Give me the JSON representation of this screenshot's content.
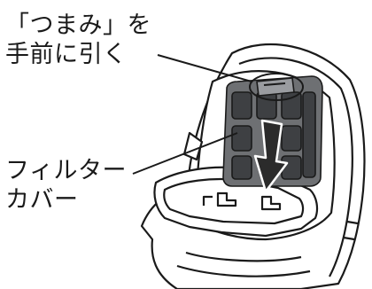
{
  "callouts": {
    "knob": {
      "line1": "「つまみ」を",
      "line2": "手前に引く"
    },
    "filter_cover": {
      "line1": "フィルター",
      "line2": "カバー"
    }
  },
  "colors": {
    "ink": "#1a1a1a",
    "cover_fill": "#6e7073",
    "cover_dark": "#3e4043",
    "cover_light": "#9a9ca0",
    "arrow_fill": "#2b2b2b",
    "arrow_stroke": "#ffffff",
    "body_fill": "#ffffff"
  },
  "icons": {
    "pull_arrow": "down-arrow-icon",
    "knob_highlight": "ellipse-highlight-icon"
  }
}
